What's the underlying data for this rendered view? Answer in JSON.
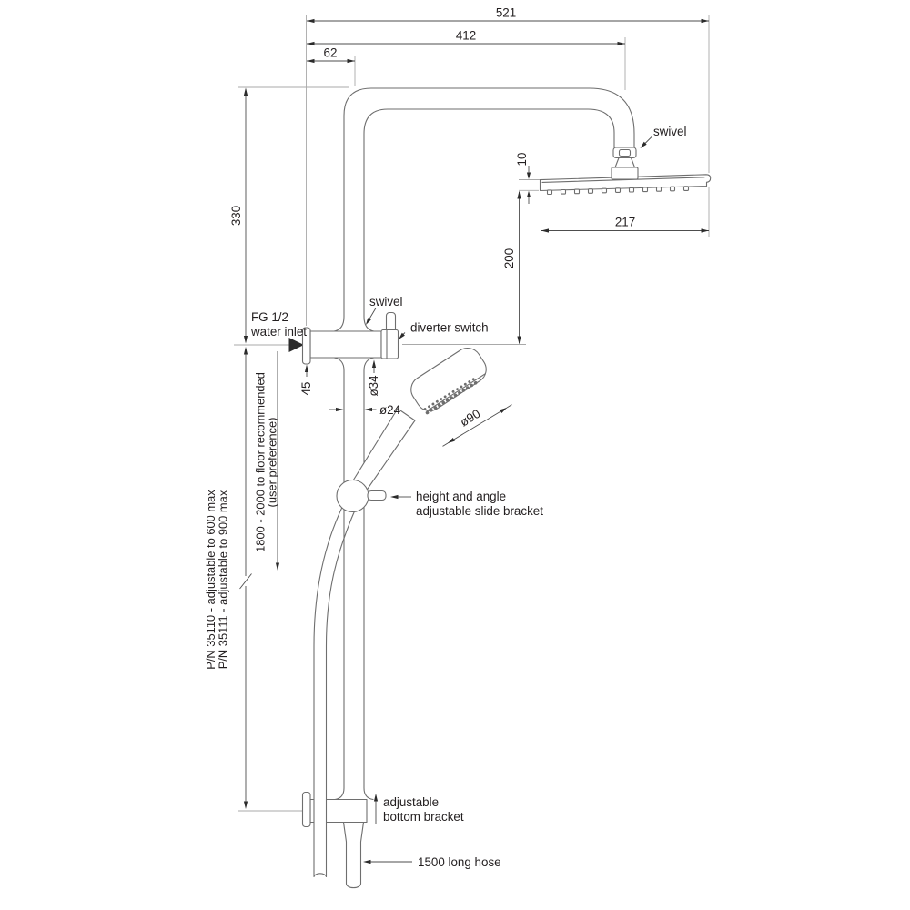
{
  "dimensions": {
    "total_width": "521",
    "arm_reach": "412",
    "rail_offset": "62",
    "upper_height": "330",
    "head_thickness": "10",
    "head_width": "217",
    "head_drop": "200",
    "inlet_flange": "45",
    "diverter_dia": "ø34",
    "rail_dia": "ø24",
    "handset_dia": "ø90"
  },
  "labels": {
    "arm_swivel": "swivel",
    "column_swivel": "swivel",
    "diverter_switch": "diverter switch",
    "inlet_line1": "FG 1/2",
    "inlet_line2": "water inlet",
    "slide_bracket_line1": "height and angle",
    "slide_bracket_line2": "adjustable slide bracket",
    "floor_line1": "1800 - 2000 to floor recommended",
    "floor_line2": "(user preference)",
    "part_line1": "P/N 35110 - adjustable to 600 max",
    "part_line2": "P/N 35111 - adjustable to 900 max",
    "bottom_bracket_line1": "adjustable",
    "bottom_bracket_line2": "bottom bracket",
    "hose": "1500 long hose"
  },
  "colors": {
    "product_line": "#6e6e6e",
    "dimension_line": "#4d4d4d",
    "extension_line": "#a9a9a9",
    "text": "#231f20",
    "background": "#ffffff"
  }
}
